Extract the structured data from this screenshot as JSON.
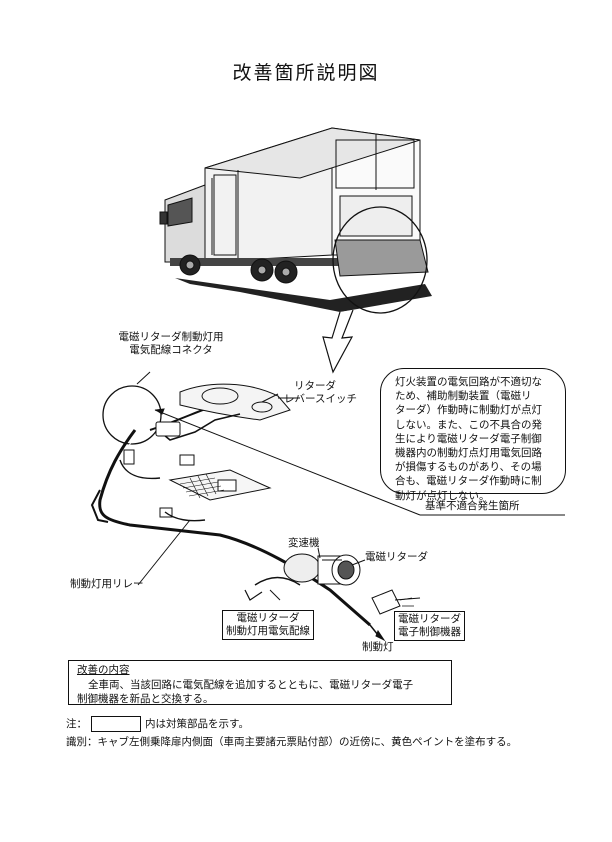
{
  "title": "改善箇所説明図",
  "labels": {
    "connector_line1": "電磁リターダ制動灯用",
    "connector_line2": "電気配線コネクタ",
    "lever_line1": "リターダ",
    "lever_line2": "レバースイッチ",
    "defect_location": "基準不適合発生箇所",
    "transmission": "変速機",
    "retarder": "電磁リターダ",
    "brake_relay": "制動灯用リレー",
    "wiring_line1": "電磁リターダ",
    "wiring_line2": "制動灯用電気配線",
    "controller_line1": "電磁リターダ",
    "controller_line2": "電子制御機器",
    "brake_light": "制動灯"
  },
  "note_lines": [
    "灯火装置の電気回路が不適切な",
    "ため、補助制動装置（電磁リ",
    "ターダ）作動時に制動灯が点灯",
    "しない。また、この不具合の発",
    "生により電磁リターダ電子制御",
    "機器内の制動灯点灯用電気回路",
    "が損傷するものがあり、その場",
    "合も、電磁リターダ作動時に制",
    "動灯が点灯しない。"
  ],
  "improvement": {
    "heading": "改善の内容",
    "line1": "全車両、当該回路に電気配線を追加するとともに、電磁リターダ電子",
    "line2": "制御機器を新品と交換する。"
  },
  "footnotes": {
    "note_prefix": "注：",
    "note_suffix": "内は対策部品を示す。",
    "identification": "識別：キャブ左側乗降扉内側面（車両主要諸元票貼付部）の近傍に、黄色ペイントを塗布する。"
  }
}
